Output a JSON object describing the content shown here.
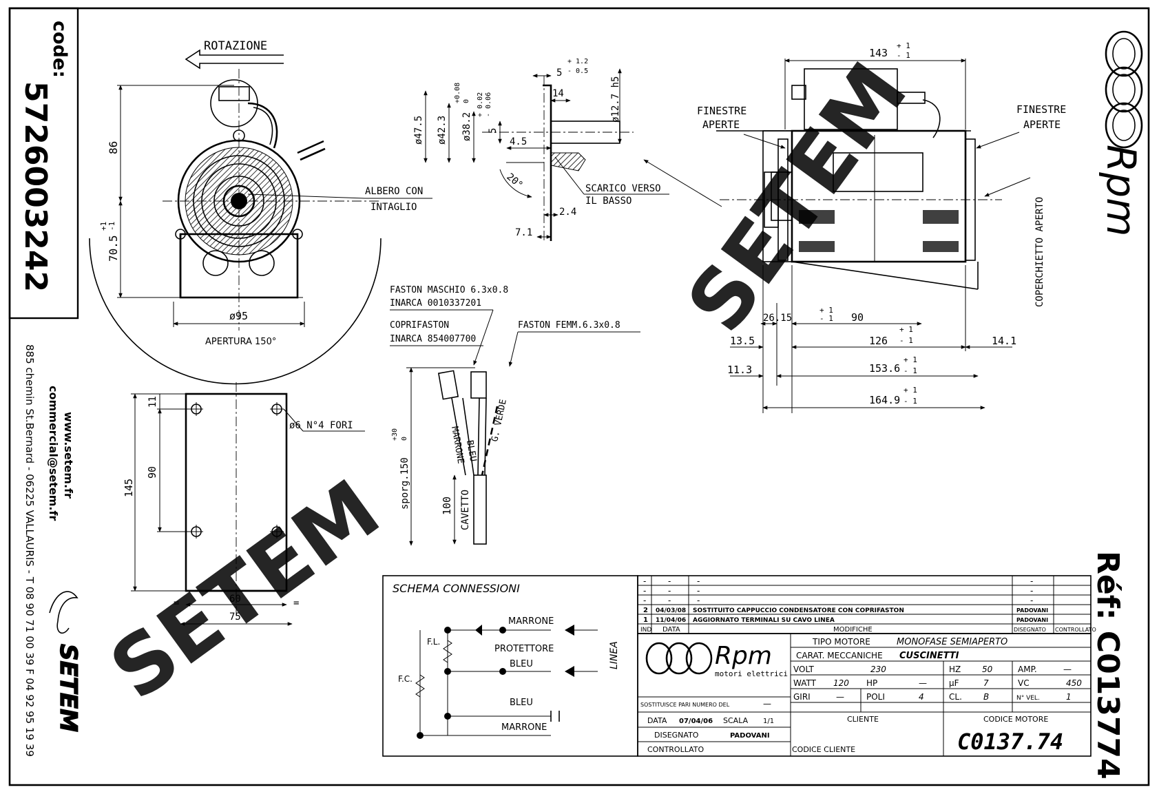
{
  "code_label": "code:",
  "code_number": "5726003242",
  "contact": {
    "website": "www.setem.fr",
    "email": "commercial@setem.fr",
    "address": "885 chemin St.Bernard - 06225 VALLAURIS - T 08 90 71 00 39 F 04 92 95 19 39"
  },
  "brand": {
    "name": "Rpm",
    "subtitle": "motori elettrici",
    "setem_logo": "SETEM"
  },
  "watermark": "SETEM",
  "ref": "Réf: C013774",
  "front_view": {
    "rotation": "ROTAZIONE",
    "shaft_note_1": "ALBERO CON",
    "shaft_note_2": "INTAGLIO",
    "dim_86": "86",
    "dim_70_5": "70.5",
    "tol_plus": "+1",
    "tol_minus": "-1",
    "dim_95": "ø95",
    "opening": "APERTURA 150°"
  },
  "shaft_detail": {
    "d47_5": "ø47.5",
    "d42_3": "ø42.3",
    "d38_2": "ø38.2",
    "d38_tol_a": "+0.08",
    "d38_tol_b": "0",
    "d5": "5",
    "d5_tol_a": "+ 0.02",
    "d5_tol_b": "- 0.06",
    "d5_top": "5",
    "d5_top_tol_a": "+ 1.2",
    "d5_top_tol_b": "- 0.5",
    "d14": "14",
    "d12_7": "ø12.7 h5",
    "d4_5": "4.5",
    "angle": "20°",
    "d2_4": "2.4",
    "d7_1": "7.1",
    "drain_1": "SCARICO VERSO",
    "drain_2": "IL BASSO"
  },
  "side_view": {
    "d143": "143",
    "tol_plus": "+ 1",
    "tol_minus": "- 1",
    "windows_left_1": "FINESTRE",
    "windows_left_2": "APERTE",
    "windows_right_1": "FINESTRE",
    "windows_right_2": "APERTE",
    "cover_open": "COPERCHIETTO APERTO",
    "d26_15": "26.15",
    "d90": "90",
    "d13_5": "13.5",
    "d126": "126",
    "d14_1": "14.1",
    "d11_3": "11.3",
    "d153_6": "153.6",
    "d164_9": "164.9"
  },
  "faston": {
    "male_1": "FASTON MASCHIO 6.3x0.8",
    "male_2": "INARCA 0010337201",
    "cover_1": "COPRIFASTON",
    "cover_2": "INARCA 854007700",
    "female": "FASTON FEMM.6.3x0.8",
    "wire_brown": "MARRONE",
    "wire_blue": "BLEU",
    "wire_green": "G. VERDE",
    "spore": "sporg.150",
    "spore_tol_a": "+30",
    "spore_tol_b": "0",
    "d100": "100",
    "cable": "CAVETTO"
  },
  "base_plate": {
    "d11": "11",
    "d90": "90",
    "d145": "145",
    "holes": "ø6 N°4 FORI",
    "d60": "60",
    "d75": "75",
    "eq": "="
  },
  "schema": {
    "title": "SCHEMA CONNESSIONI",
    "marrone_top": "MARRONE",
    "protettore": "PROTETTORE",
    "bleu_mid": "BLEU",
    "bleu_low": "BLEU",
    "marrone_bottom": "MARRONE",
    "fl": "F.L.",
    "fc": "F.C.",
    "linea": "LINEA"
  },
  "revisions": {
    "dash": "-",
    "rows": [
      {
        "ind": "2",
        "date": "04/03/08",
        "text": "SOSTITUITO CAPPUCCIO CONDENSATORE CON COPRIFASTON",
        "by": "PADOVANI"
      },
      {
        "ind": "1",
        "date": "11/04/06",
        "text": "AGGIORNATO TERMINALI SU CAVO LINEA",
        "by": "PADOVANI"
      }
    ],
    "h_ind": "IND",
    "h_date": "DATA",
    "h_mod": "MODIFICHE",
    "h_drawn": "DISEGNATO",
    "h_check": "CONTROLLATO"
  },
  "titleblock": {
    "motor_type_label": "TIPO MOTORE",
    "motor_type": "MONOFASE SEMIAPERTO",
    "mech_label": "CARAT. MECCANICHE",
    "mech": "CUSCINETTI",
    "volt_label": "VOLT",
    "volt": "230",
    "hz_label": "HZ",
    "hz": "50",
    "amp_label": "AMP.",
    "amp": "—",
    "watt_label": "WATT",
    "watt": "120",
    "hp_label": "HP",
    "hp": "—",
    "uf_label": "µF",
    "uf": "7",
    "vc_label": "VC",
    "vc": "450",
    "giri_label": "GIRI",
    "giri": "—",
    "poli_label": "POLI",
    "poli": "4",
    "cl_label": "CL.",
    "cl": "B",
    "vel_label": "N° VEL.",
    "vel": "1",
    "replaces_label": "SOSTITUISCE PARI NUMERO DEL",
    "replaces": "—",
    "date_label": "DATA",
    "date": "07/04/06",
    "scale_label": "SCALA",
    "scale": "1/1",
    "drawn_label": "DISEGNATO",
    "drawn": "PADOVANI",
    "check_label": "CONTROLLATO",
    "client_label": "CLIENTE",
    "client_code_label": "CODICE CLIENTE",
    "motor_code_label": "CODICE MOTORE",
    "motor_code": "C0137.74"
  }
}
